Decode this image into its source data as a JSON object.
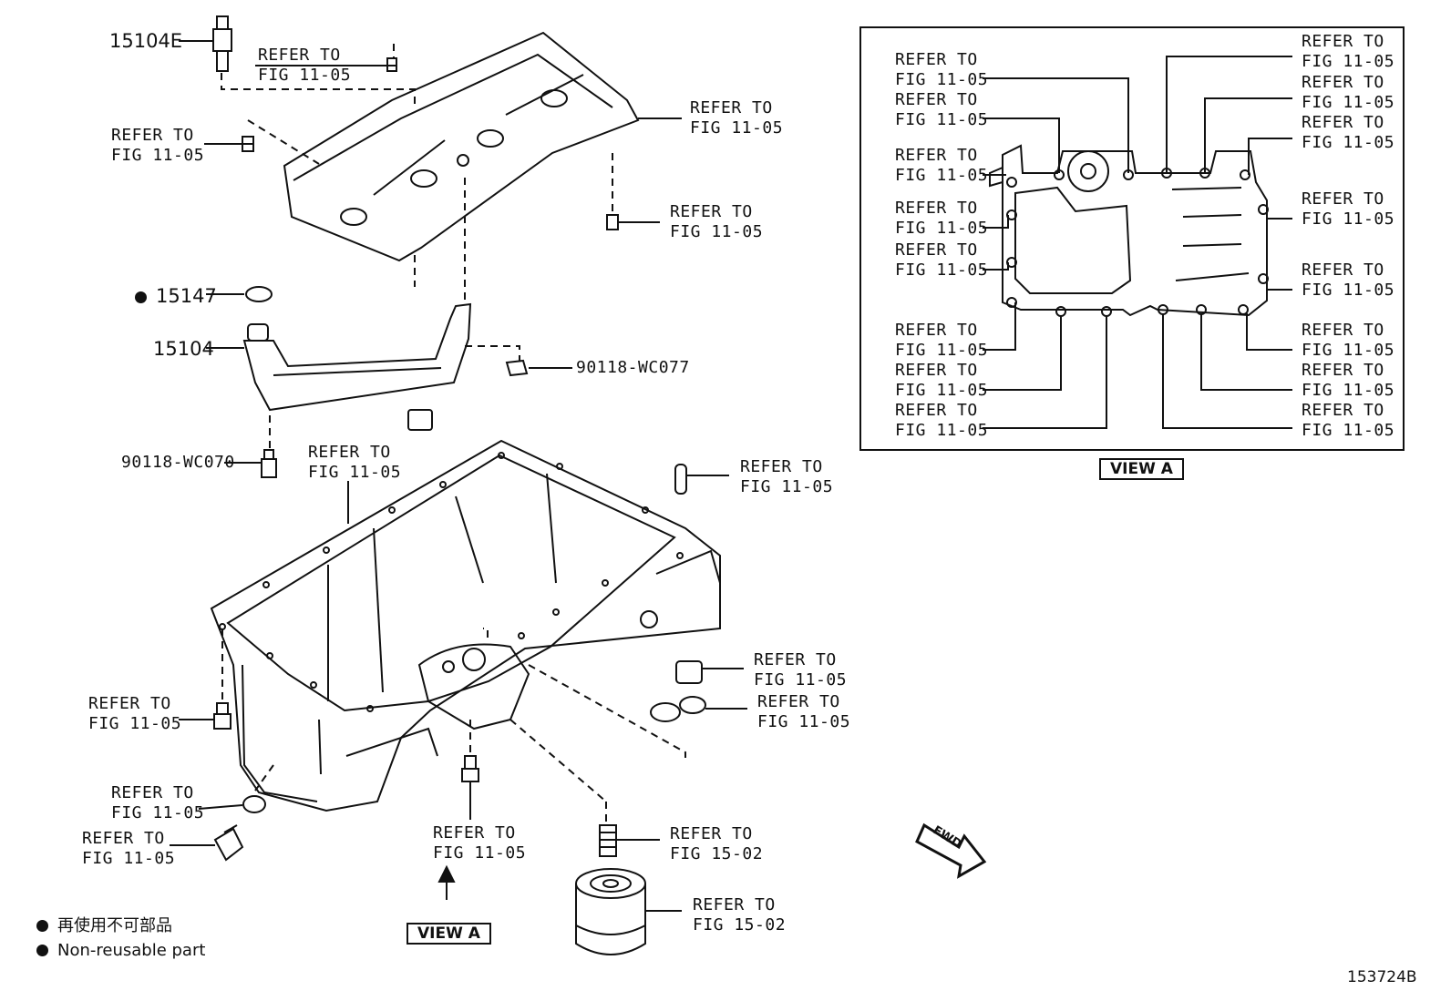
{
  "labels": {
    "refer_11_05": "REFER TO\nFIG 11-05",
    "refer_15_02": "REFER TO\nFIG 15-02"
  },
  "parts": {
    "p15104E": "15104E",
    "p15147": "15147",
    "p15104": "15104",
    "p90118_WC077": "90118-WC077",
    "p90118_WC070": "90118-WC070"
  },
  "view_a_label": "VIEW A",
  "fwd_label": "FWD",
  "legend": {
    "japanese": "再使用不可部品",
    "english": "Non-reusable part"
  },
  "figure_id": "153724B"
}
